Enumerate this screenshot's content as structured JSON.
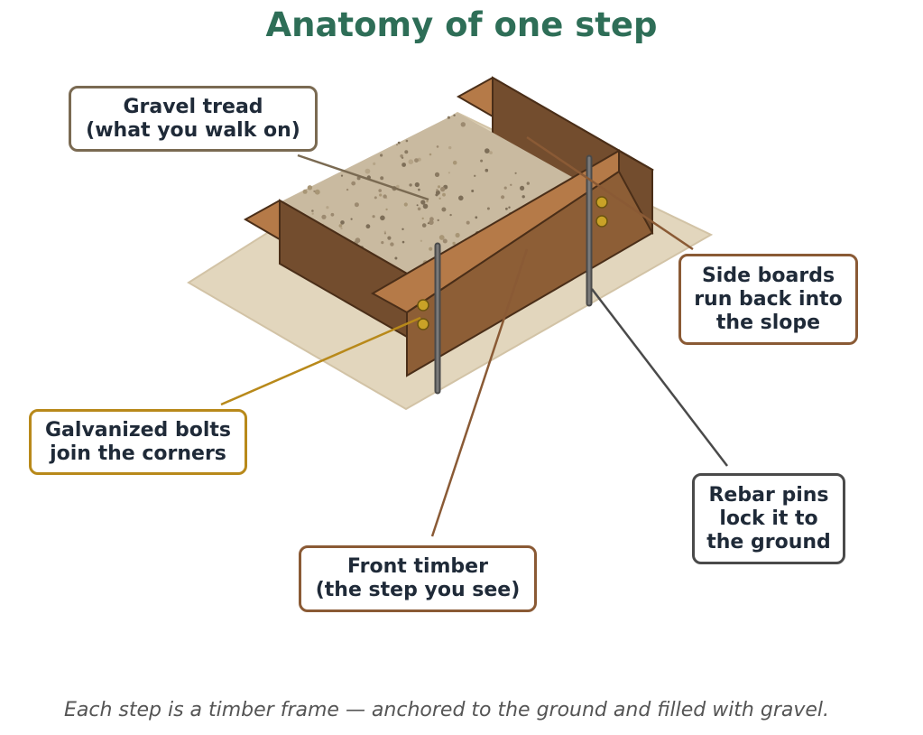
{
  "title": "Anatomy of one step",
  "callouts": {
    "gravel": {
      "lines": [
        "Gravel tread",
        "(what you walk on)"
      ],
      "color": "#7a6a52"
    },
    "side": {
      "lines": [
        "Side boards",
        "run back into",
        "the slope"
      ],
      "color": "#8a5a35"
    },
    "bolts": {
      "lines": [
        "Galvanized bolts",
        "join the corners"
      ],
      "color": "#b8891a"
    },
    "rebar": {
      "lines": [
        "Rebar pins",
        "lock it to",
        "the ground"
      ],
      "color": "#4a4a4a"
    },
    "front": {
      "lines": [
        "Front timber",
        "(the step you see)"
      ],
      "color": "#8a5a35"
    }
  },
  "caption": "Each step is a timber frame — anchored to the ground and filled with gravel.",
  "colors": {
    "ground": "#e2d6bd",
    "gravel": "#c9baa0",
    "timber_top": "#b57a48",
    "timber_side": "#734d2e",
    "timber_front": "#8d5e36",
    "bolt": "#c9a227",
    "rebar": "#606060"
  }
}
